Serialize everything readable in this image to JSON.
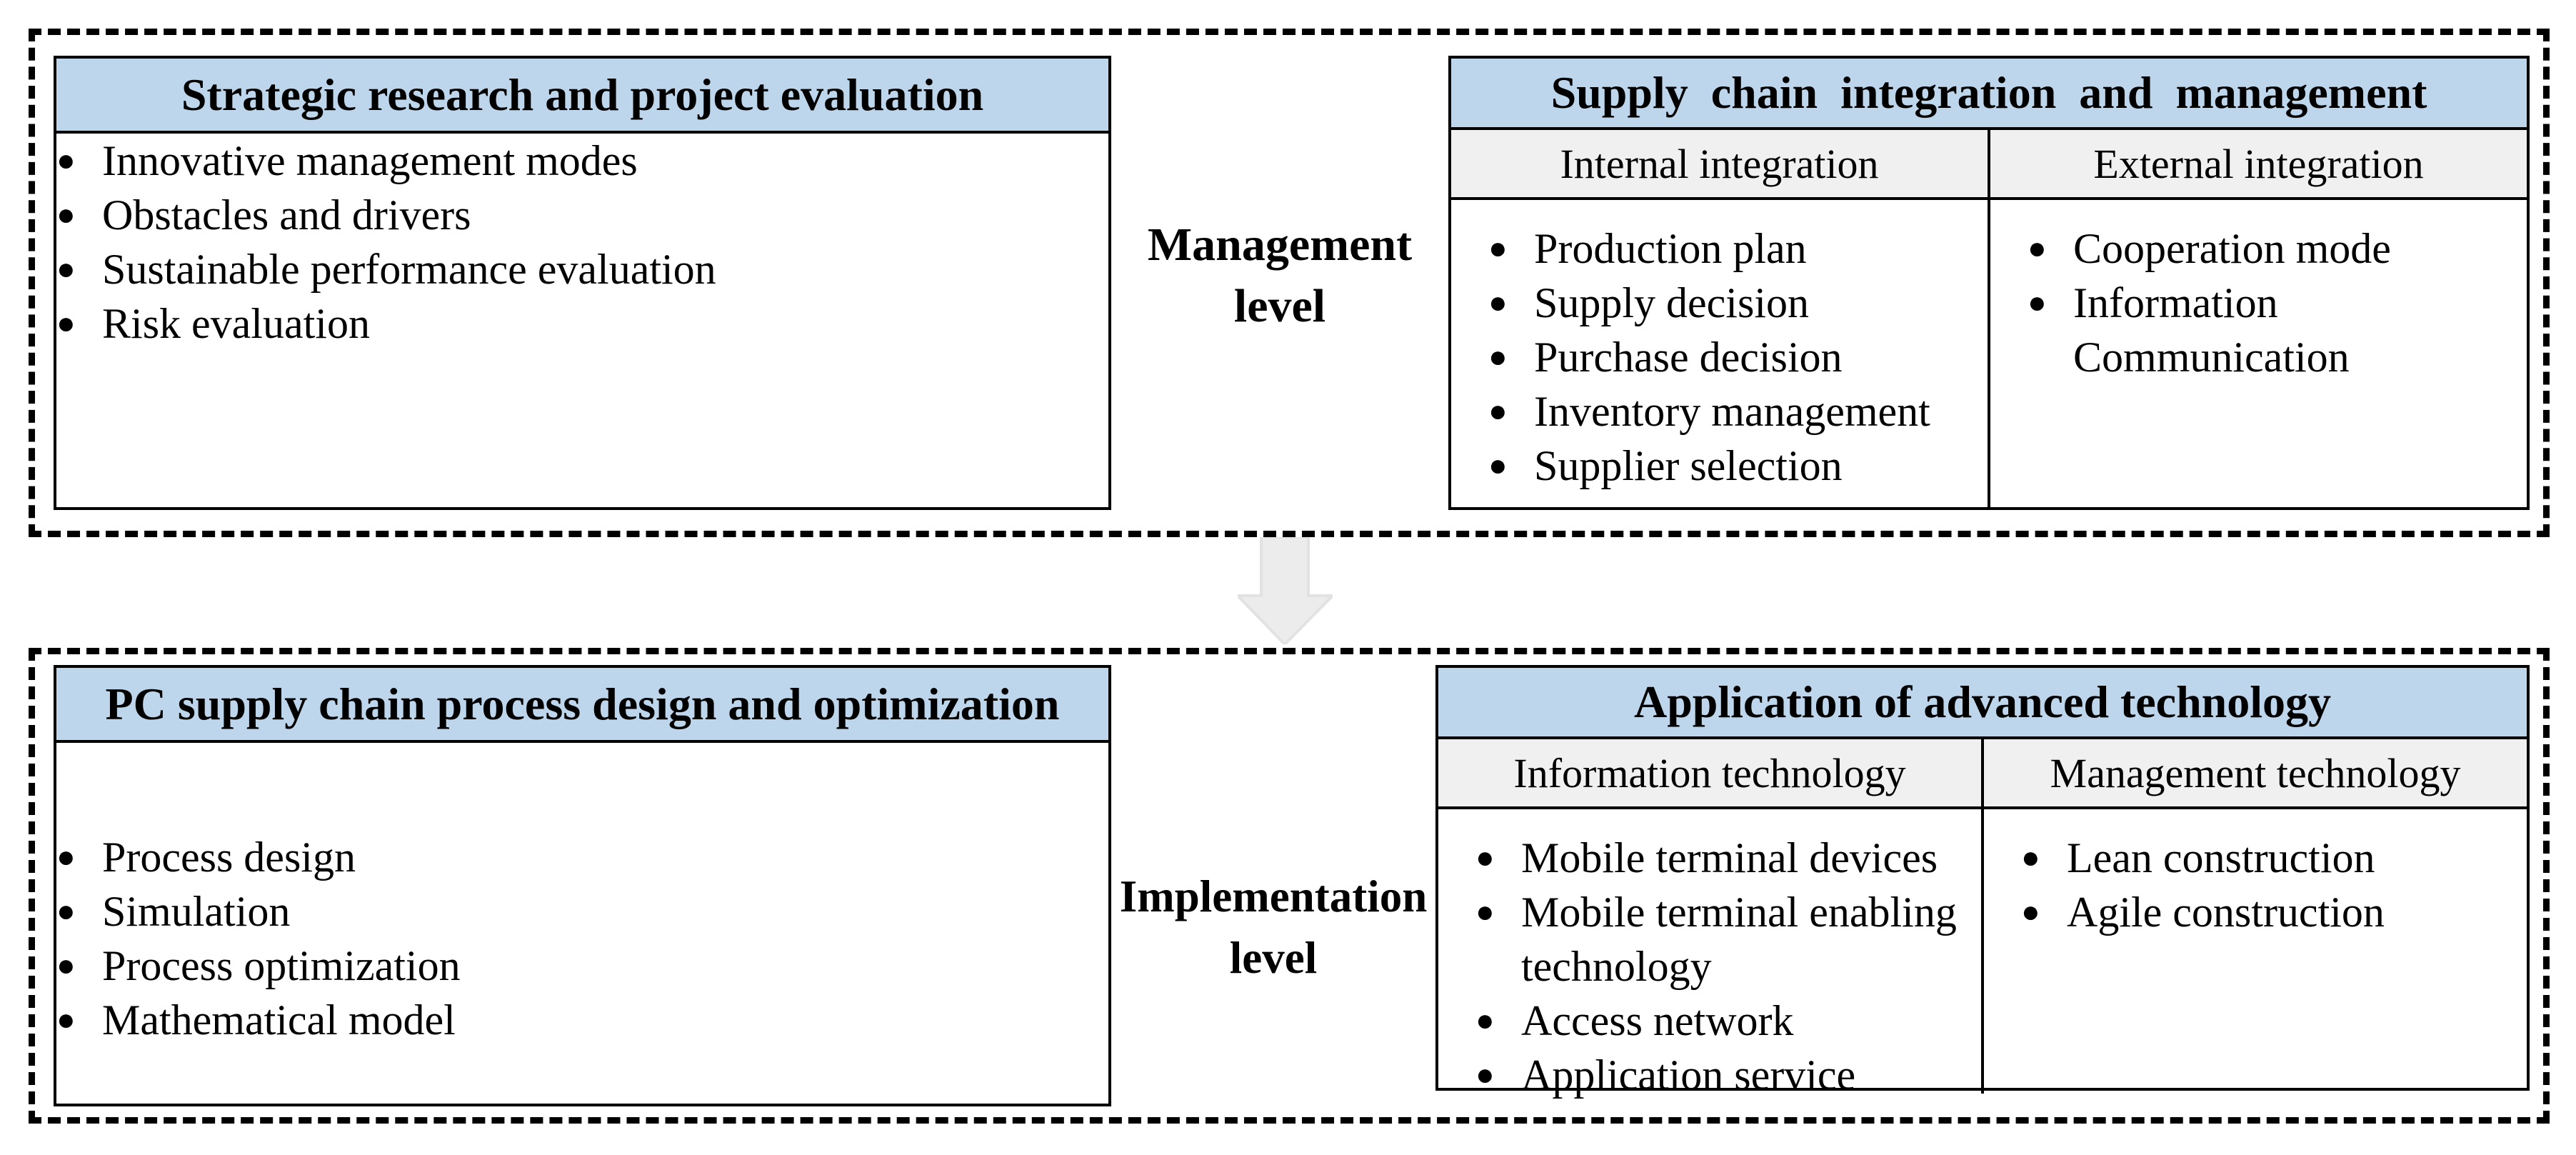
{
  "colors": {
    "header_blue": "#BDD6EC",
    "subheader_gray": "#F0F0F0",
    "arrow_gray": "#ECECEC",
    "border_black": "#000000"
  },
  "management_section": {
    "level_label": "Management level",
    "left_box": {
      "title": "Strategic research and project evaluation",
      "items": [
        "Innovative management modes",
        "Obstacles and drivers",
        "Sustainable performance evaluation",
        "Risk evaluation"
      ]
    },
    "right_box": {
      "title": "Supply chain integration and management",
      "columns": [
        {
          "header": "Internal integration",
          "items": [
            "Production plan",
            "Supply decision",
            "Purchase decision",
            "Inventory management",
            "Supplier selection"
          ]
        },
        {
          "header": "External integration",
          "items": [
            "Cooperation mode",
            "Information Communication"
          ]
        }
      ]
    }
  },
  "implementation_section": {
    "level_label": "Implementation level",
    "left_box": {
      "title": "PC supply chain process design and optimization",
      "items": [
        "Process design",
        "Simulation",
        "Process optimization",
        "Mathematical model"
      ]
    },
    "right_box": {
      "title": "Application of advanced technology",
      "columns": [
        {
          "header": "Information technology",
          "items": [
            "Mobile terminal devices",
            "Mobile terminal enabling technology",
            "Access network",
            "Application service"
          ]
        },
        {
          "header": "Management technology",
          "items": [
            "Lean construction",
            "Agile construction"
          ]
        }
      ]
    }
  },
  "arrow": {
    "icon": "down-arrow"
  }
}
